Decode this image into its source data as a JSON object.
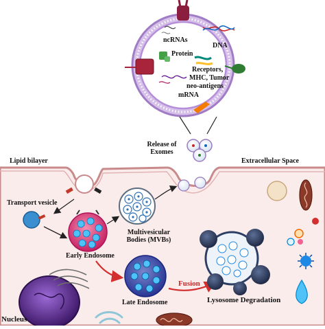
{
  "exosome": {
    "cargo": {
      "ncrnas": "ncRNAs",
      "dna": "DNA",
      "protein": "Protein",
      "receptors": "Receptors,",
      "mhc": "MHC, Tumor",
      "neo_antigens": "neo-antigens",
      "mrna": "mRNA"
    }
  },
  "labels": {
    "release_line1": "Release of",
    "release_line2": "Exomes",
    "lipid_bilayer": "Lipid bilayer",
    "extracellular_space": "Extracellular Space",
    "transport_vesicle": "Transport vesicle",
    "mvb_line1": "Multivesicular",
    "mvb_line2": "Bodies (MVBs)",
    "early_endosome": "Early Endosome",
    "late_endosome": "Late Endosome",
    "fusion": "Fusion",
    "lysosome_degradation": "Lysosome Degradation",
    "nucleus": "Nucleus"
  },
  "colors": {
    "membrane": "#b388d6",
    "cell_fill": "#fbeceb",
    "cell_border": "#c98b8b",
    "arrow_red": "#d32f2f",
    "fusion_text": "#c62828",
    "endosome_pink": "#e05a8a",
    "late_endosome": "#3f51b5",
    "lysosome": "#2c3e63",
    "nucleus": "#5b2a86"
  }
}
